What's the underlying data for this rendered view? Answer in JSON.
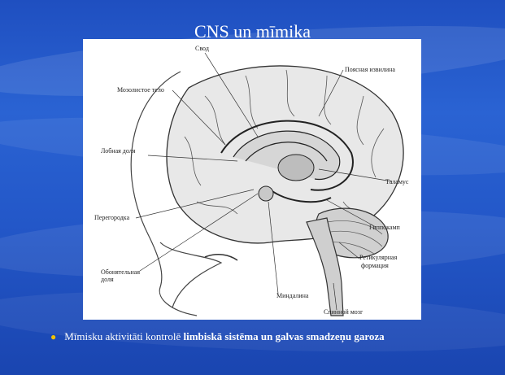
{
  "slide": {
    "title": "CNS un mīmika",
    "bullet_text": "Mīmisku aktivitāti kontrolē ",
    "bullet_bold": "limbiskā sistēma un galvas smadzeņu garoza"
  },
  "figure": {
    "labels": {
      "svod": "Свод",
      "poyasnaya": "Поясная извилина",
      "mozolistoe": "Мозолистое тело",
      "lobnaya": "Лобная доля",
      "talamus": "Таламус",
      "peregorodka": "Перегородка",
      "gippokamp": "Гиппокамп",
      "retikulyarnaya_1": "Ретикулярная",
      "retikulyarnaya_2": "формация",
      "obonyatelnaya_1": "Обонятельная",
      "obonyatelnaya_2": "доля",
      "mindalina": "Миндалина",
      "spinnoy": "Спинной мозг"
    }
  },
  "colors": {
    "background": "#2357c8",
    "title": "#ffffff",
    "bullet_dot": "#f2c200"
  }
}
